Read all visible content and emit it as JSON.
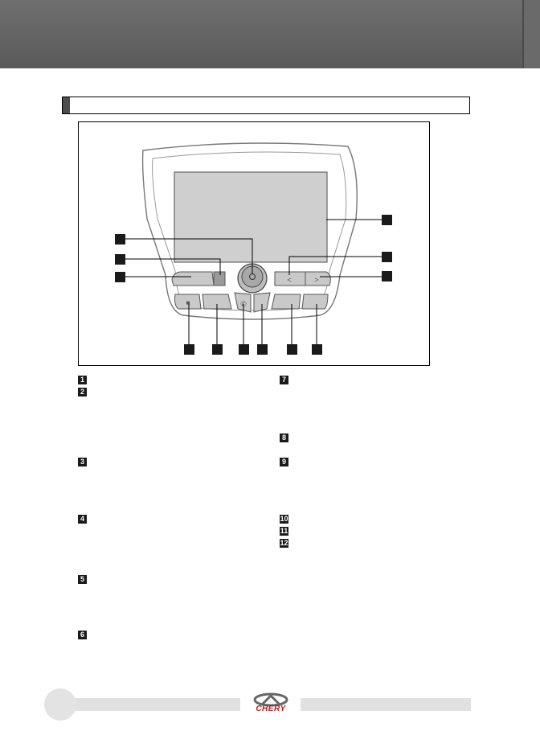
{
  "brand": {
    "name": "CHERY",
    "color": "#c01818"
  },
  "legend_items": [
    {
      "number": "1"
    },
    {
      "number": "2"
    },
    {
      "number": "3"
    },
    {
      "number": "4"
    },
    {
      "number": "5"
    },
    {
      "number": "6"
    },
    {
      "number": "7"
    },
    {
      "number": "8"
    },
    {
      "number": "9"
    },
    {
      "number": "10"
    },
    {
      "number": "11"
    },
    {
      "number": "12"
    }
  ],
  "icons": {
    "power": "power-icon",
    "phone": "phone-icon",
    "prev": "chevron-left-icon",
    "next": "chevron-right-icon",
    "mute": "speaker-icon"
  }
}
